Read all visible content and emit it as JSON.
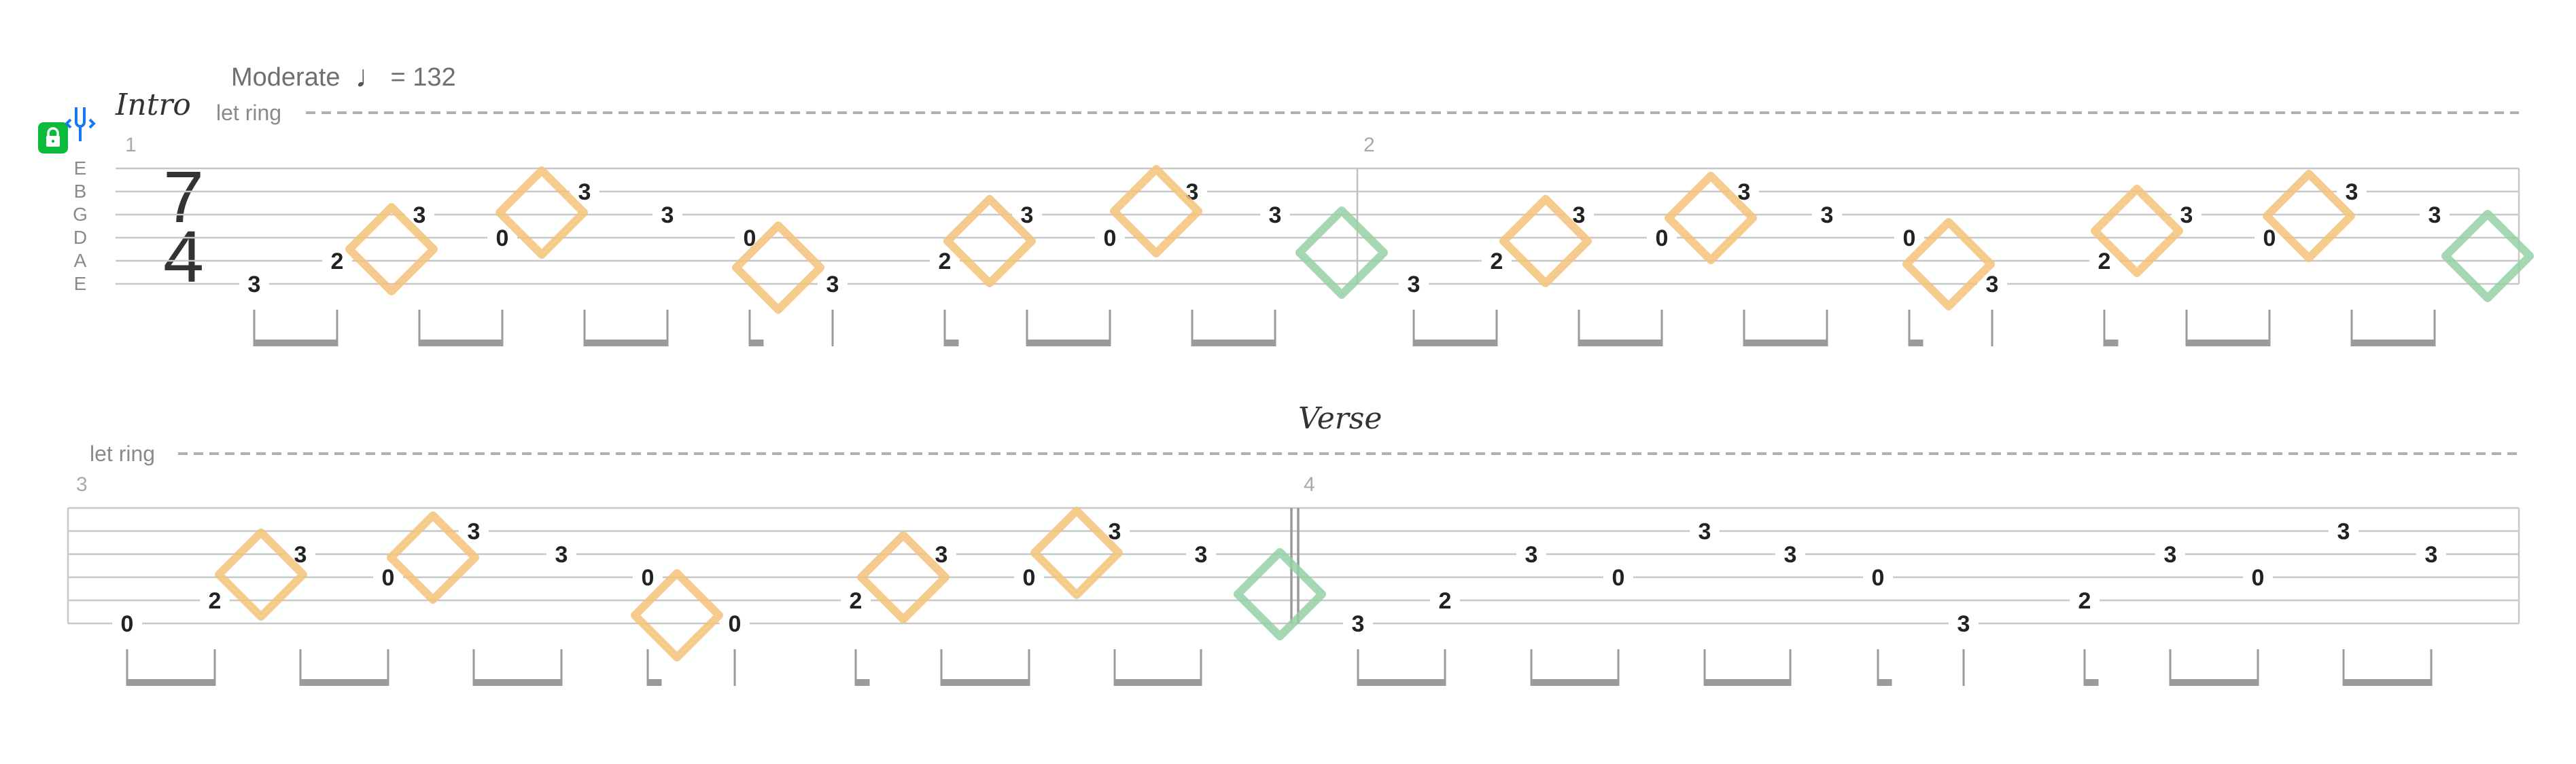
{
  "score": {
    "tempo": {
      "label": "Moderate",
      "note_symbol": "♩",
      "equals": "= 132"
    },
    "strings": [
      "E",
      "B",
      "G",
      "D",
      "A",
      "E"
    ],
    "time_signature": {
      "numerator": "7",
      "denominator": "4"
    },
    "icons": {
      "lock": "lock-icon",
      "tuning": "tuning-fork-icon"
    },
    "colors": {
      "orange_marker": "#f5c27a",
      "green_marker": "#96d0a6",
      "lock_bg": "#0dbb3c",
      "tuning_blue": "#1877f2",
      "staff": "#c8c8c8",
      "fret_text": "#222222"
    },
    "systems": [
      {
        "section": "Intro",
        "let_ring": "let ring",
        "measures": [
          {
            "number": "1",
            "notes": [
              {
                "fret": "3",
                "string": 6
              },
              {
                "fret": "2",
                "string": 5
              },
              {
                "fret": "3",
                "string": 3
              },
              {
                "fret": "0",
                "string": 4
              },
              {
                "fret": "3",
                "string": 2
              },
              {
                "fret": "3",
                "string": 3
              },
              {
                "fret": "0",
                "string": 4
              },
              {
                "fret": "3",
                "string": 6
              },
              {
                "fret": "2",
                "string": 5
              },
              {
                "fret": "3",
                "string": 3
              },
              {
                "fret": "0",
                "string": 4
              },
              {
                "fret": "3",
                "string": 2
              },
              {
                "fret": "3",
                "string": 3
              }
            ]
          },
          {
            "number": "2",
            "notes": [
              {
                "fret": "3",
                "string": 6
              },
              {
                "fret": "2",
                "string": 5
              },
              {
                "fret": "3",
                "string": 3
              },
              {
                "fret": "0",
                "string": 4
              },
              {
                "fret": "3",
                "string": 2
              },
              {
                "fret": "3",
                "string": 3
              },
              {
                "fret": "0",
                "string": 4
              },
              {
                "fret": "3",
                "string": 6
              },
              {
                "fret": "2",
                "string": 5
              },
              {
                "fret": "3",
                "string": 3
              },
              {
                "fret": "0",
                "string": 4
              },
              {
                "fret": "3",
                "string": 2
              },
              {
                "fret": "3",
                "string": 3
              }
            ]
          }
        ]
      },
      {
        "section": "Verse",
        "let_ring": "let ring",
        "measures": [
          {
            "number": "3",
            "notes": [
              {
                "fret": "0",
                "string": 6
              },
              {
                "fret": "2",
                "string": 5
              },
              {
                "fret": "3",
                "string": 3
              },
              {
                "fret": "0",
                "string": 4
              },
              {
                "fret": "3",
                "string": 2
              },
              {
                "fret": "3",
                "string": 3
              },
              {
                "fret": "0",
                "string": 4
              },
              {
                "fret": "0",
                "string": 6
              },
              {
                "fret": "2",
                "string": 5
              },
              {
                "fret": "3",
                "string": 3
              },
              {
                "fret": "0",
                "string": 4
              },
              {
                "fret": "3",
                "string": 2
              },
              {
                "fret": "3",
                "string": 3
              }
            ]
          },
          {
            "number": "4",
            "notes": [
              {
                "fret": "3",
                "string": 6
              },
              {
                "fret": "2",
                "string": 5
              },
              {
                "fret": "3",
                "string": 3
              },
              {
                "fret": "0",
                "string": 4
              },
              {
                "fret": "3",
                "string": 2
              },
              {
                "fret": "3",
                "string": 3
              },
              {
                "fret": "0",
                "string": 4
              },
              {
                "fret": "3",
                "string": 6
              },
              {
                "fret": "2",
                "string": 5
              },
              {
                "fret": "3",
                "string": 3
              },
              {
                "fret": "0",
                "string": 4
              },
              {
                "fret": "3",
                "string": 2
              },
              {
                "fret": "3",
                "string": 3
              }
            ]
          }
        ]
      }
    ]
  }
}
